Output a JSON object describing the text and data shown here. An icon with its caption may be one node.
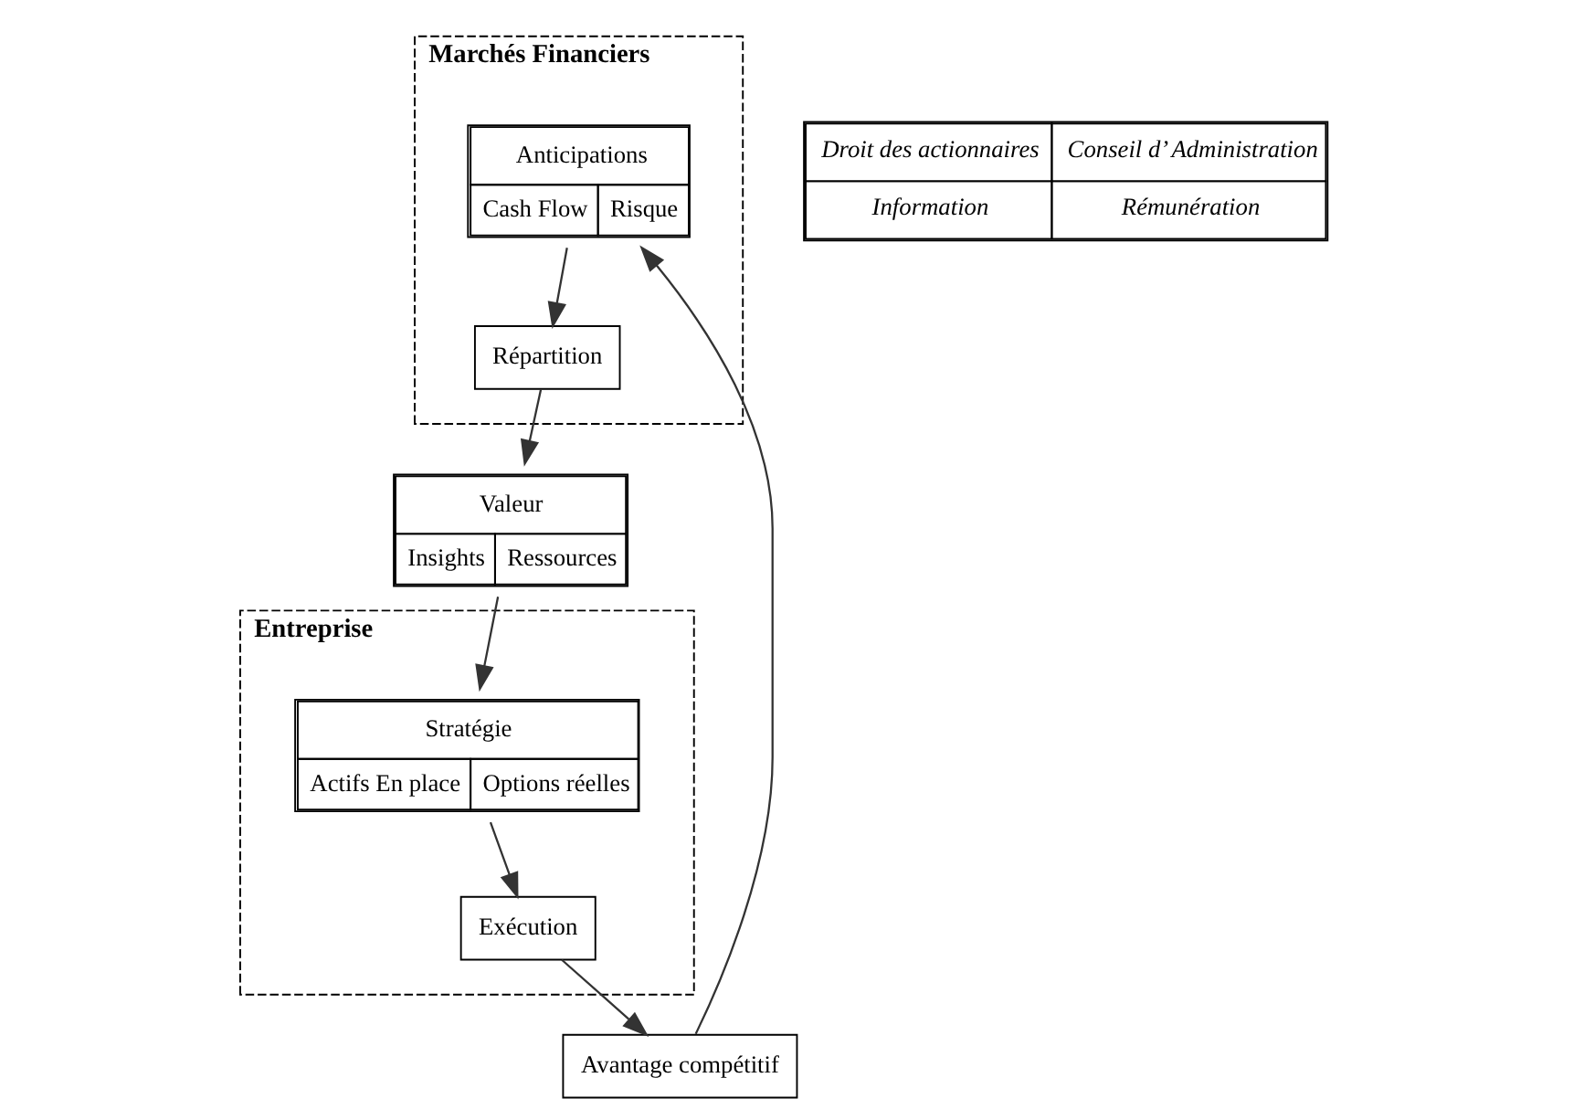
{
  "diagram": {
    "nodes": [
      {
        "text": [
          "Marchés Financiers"
        ]
      },
      {
        "text": [
          "Valeur",
          "Insights",
          "Ressources"
        ]
      },
      {
        "text": [
          "Entreprise"
        ]
      },
      {
        "text": [
          "Répartition"
        ],
        "in": 0
      },
      {
        "text": [
          "Stratégie",
          "Actifs En place",
          "Options réelles"
        ],
        "in": 2
      },
      {
        "text": [
          "Droit des actionnaires",
          "Conseil d’ Administration",
          "Information",
          "Rémunération"
        ]
      },
      {
        "text": [
          "Exécution"
        ],
        "in": 2
      },
      {
        "text": [
          "Anticipations",
          "Cash Flow",
          "Risque"
        ],
        "in": 0
      },
      {
        "text": [
          "Avantage compétitif"
        ]
      }
    ],
    "edges": [
      {
        "from": 3,
        "to": 1,
        "arrow": "to"
      },
      {
        "from": 1,
        "to": 4,
        "arrow": "to"
      },
      {
        "from": 4,
        "to": 6,
        "arrow": "to"
      },
      {
        "from": 6,
        "to": 8,
        "arrow": "to"
      },
      {
        "from": 8,
        "to": 7,
        "arrow": "to"
      },
      {
        "from": 7,
        "to": 3,
        "arrow": "to"
      }
    ]
  }
}
